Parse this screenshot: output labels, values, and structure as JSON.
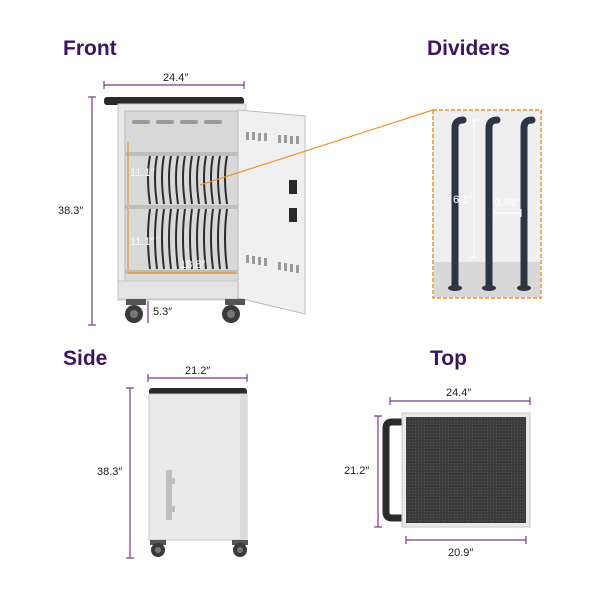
{
  "sections": {
    "front": "Front",
    "dividers": "Dividers",
    "side": "Side",
    "top": "Top"
  },
  "front_dims": {
    "width": "24.4″",
    "height": "38.3″",
    "shelf_upper": "11.1″",
    "shelf_lower": "11.1″",
    "depth_inner": "18.8″",
    "caster": "5.3″"
  },
  "divider_dims": {
    "divider_height": "6.1″",
    "divider_gap": "0.98″"
  },
  "side_dims": {
    "width": "21.2″",
    "height": "38.3″"
  },
  "top_dims": {
    "width": "24.4″",
    "depth": "21.2″",
    "inner_width": "20.9″"
  },
  "colors": {
    "heading": "#3d1460",
    "dimension_line": "#7a3a8a",
    "callout": "#f0922a",
    "cabinet": "#ececec",
    "handle": "#2a2a2a"
  }
}
